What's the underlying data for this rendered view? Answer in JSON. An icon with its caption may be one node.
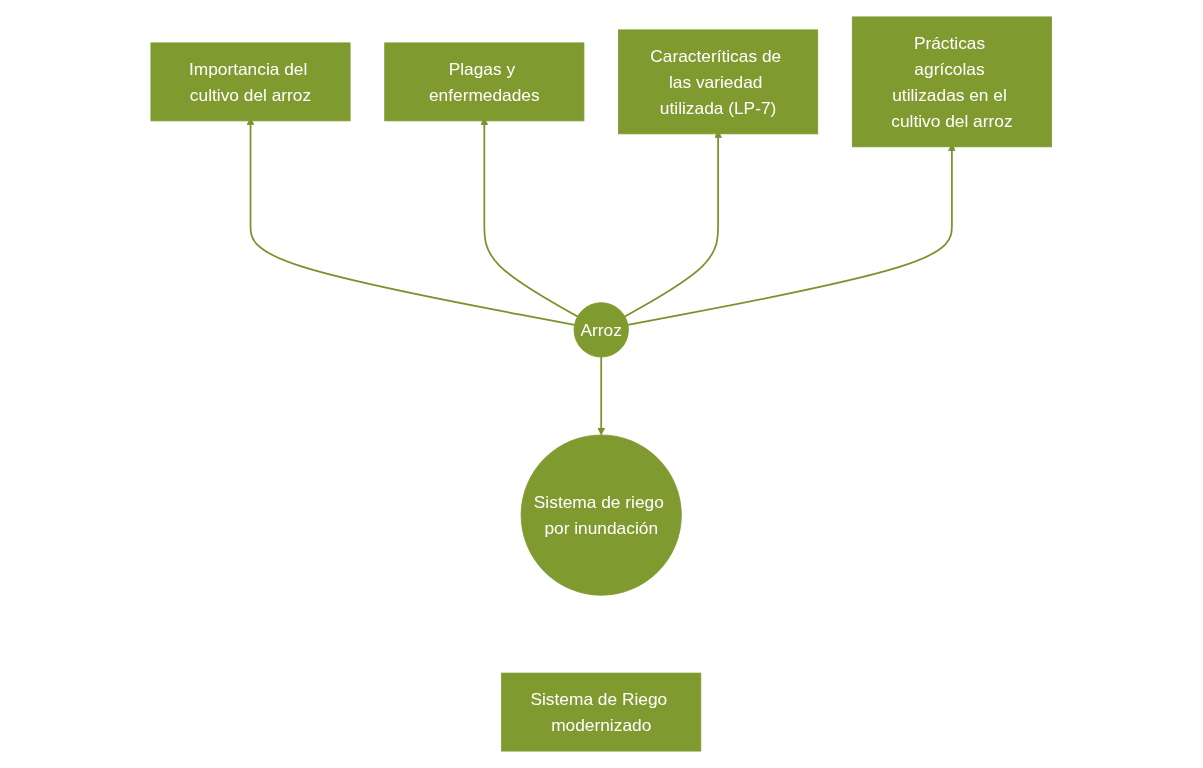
{
  "diagram": {
    "nodes": [
      {
        "text": [
          "Importancia del cultivo del arroz"
        ]
      },
      {
        "text": [
          "Plagas y enfermedades"
        ]
      },
      {
        "text": [
          "Caracteríticas de las variedad utilizada (LP-7)"
        ]
      },
      {
        "text": [
          "Prácticas agrícolas utilizadas en el cultivo del arroz"
        ]
      },
      {
        "text": [
          "Arroz"
        ]
      },
      {
        "text": [
          "Sistema de riego por inundación"
        ]
      },
      {
        "text": [
          "Sistema de Riego modernizado"
        ]
      }
    ],
    "edges": [
      {
        "from": 4,
        "to": 0,
        "arrow": "to"
      },
      {
        "from": 4,
        "to": 1,
        "arrow": "to"
      },
      {
        "from": 4,
        "to": 2,
        "arrow": "to"
      },
      {
        "from": 4,
        "to": 3,
        "arrow": "to"
      },
      {
        "from": 4,
        "to": 5,
        "arrow": "to"
      }
    ]
  }
}
